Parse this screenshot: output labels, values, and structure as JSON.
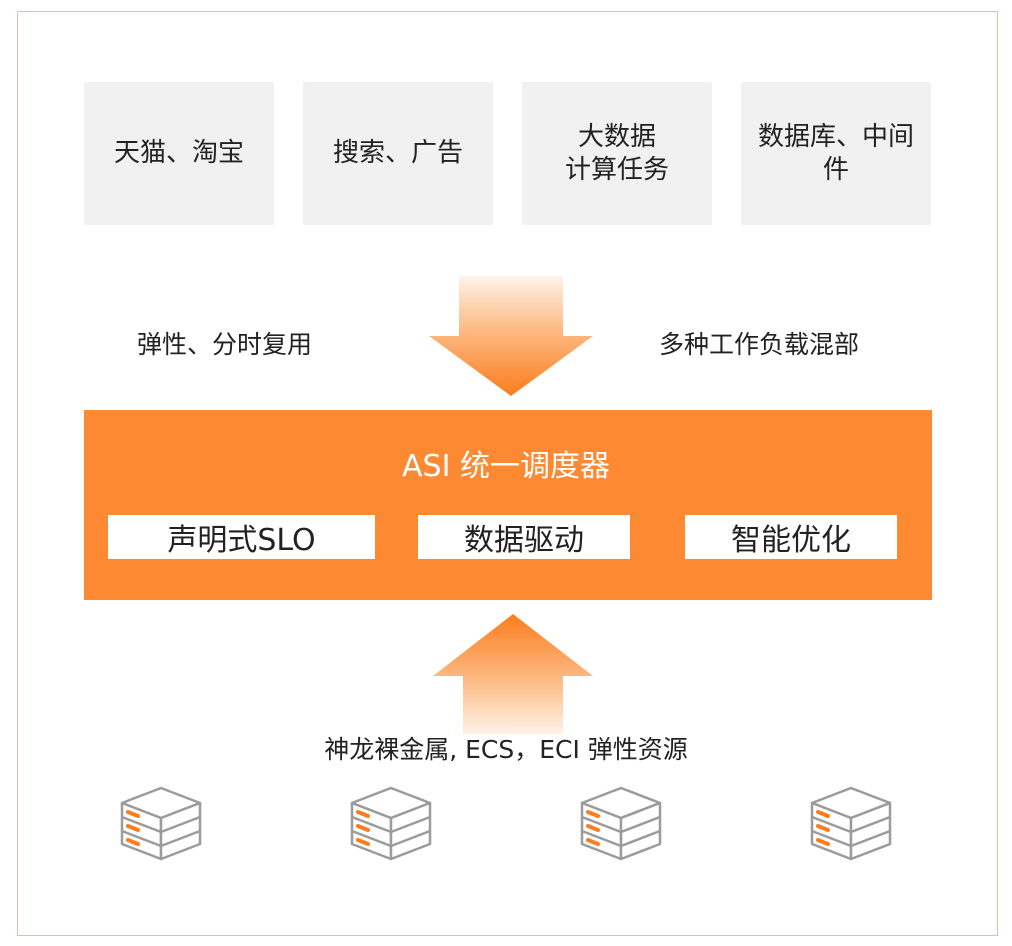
{
  "workloads": [
    {
      "label": "天猫、淘宝"
    },
    {
      "label": "搜索、广告"
    },
    {
      "label": "大数据\n计算任务"
    },
    {
      "label": "数据库、中间\n件"
    }
  ],
  "side_labels": {
    "left": "弹性、分时复用",
    "right": "多种工作负载混部"
  },
  "scheduler": {
    "title": "ASI 统一调度器",
    "features": [
      "声明式SLO",
      "数据驱动",
      "智能优化"
    ]
  },
  "resources": {
    "label": "神龙裸金属, ECS，ECI 弹性资源"
  },
  "colors": {
    "accent": "#fd8a33",
    "arrow_dark": "#fb7d1e",
    "arrow_light": "#fff3e8",
    "workload_bg": "#f1f1f1",
    "server_line": "#9b9b9b",
    "server_led": "#fb7d1e"
  },
  "icons": {
    "down_arrow": "down-arrow-icon",
    "up_arrow": "up-arrow-icon",
    "server": "server-icon"
  }
}
